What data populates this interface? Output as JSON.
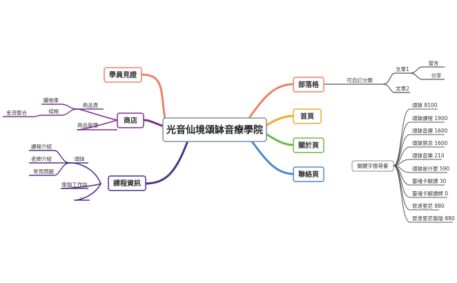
{
  "center": {
    "label": "光音仙境頌缽音療學院",
    "border_color": "#7d8fa0"
  },
  "colors": {
    "red": "#f47c65",
    "orange": "#f5a623",
    "green": "#69b944",
    "blue": "#4a86cf",
    "purple": "#7a2d8c",
    "navy": "#4d2e8a",
    "gray": "#555555"
  },
  "branches": {
    "student_reviews": {
      "label": "學員見證"
    },
    "shop": {
      "label": "商店",
      "product_page": "商品頁",
      "cart": "購物車",
      "checkout": "結帳",
      "payment": "金流整合",
      "product_mgmt": "商品管理"
    },
    "courses": {
      "label": "課程資訊",
      "singing_bowl": "頌缽",
      "intro": "課程介紹",
      "teacher": "老師介紹",
      "faq": "常見問題",
      "yoga": "瑜伽工作坊",
      "more": "..."
    },
    "blog": {
      "label": "部落格",
      "custom_category": "可自訂分類",
      "article1": "文章1",
      "comment": "留言",
      "share": "分享",
      "article2": "文章2"
    },
    "home": {
      "label": "首頁"
    },
    "about": {
      "label": "關於頁"
    },
    "contact": {
      "label": "聯絡頁"
    },
    "keywords": {
      "label": "關鍵字搜尋量",
      "items": [
        "頌缽 8100",
        "頌缽課程 1900",
        "頌缽音療 1600",
        "頌缽禁忌 1600",
        "頌缽音樂 210",
        "頌缽是什麼 590",
        "靈魂卡解讀 30",
        "靈魂卡解讀師 0",
        "昆達里尼 880",
        "昆達里尼瑜珈 880"
      ]
    }
  }
}
